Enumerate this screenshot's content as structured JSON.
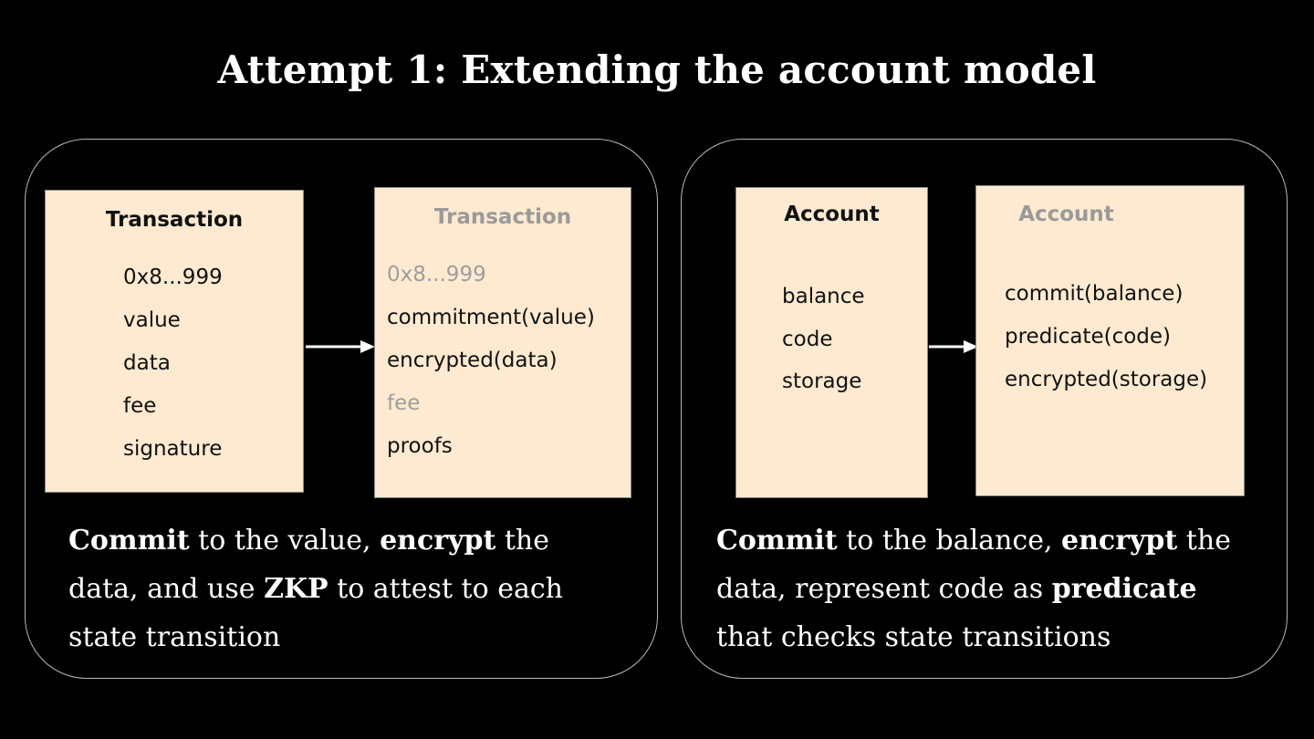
{
  "title": "Attempt 1: Extending the account model",
  "left_panel": {
    "card_before": {
      "title": "Transaction",
      "fields": [
        "0x8...999",
        "value",
        "data",
        "fee",
        "signature"
      ]
    },
    "card_after": {
      "title": "Transaction",
      "fields": [
        "0x8...999",
        "commitment(value)",
        "encrypted(data)",
        "fee",
        "proofs"
      ]
    },
    "caption": {
      "commit": "Commit",
      "t1": " to the value, ",
      "encrypt": "encrypt",
      "t2": " the",
      "t3": "data, and use ",
      "zkp": "ZKP",
      "t4": " to attest to each",
      "t5": "state transition"
    }
  },
  "right_panel": {
    "card_before": {
      "title": "Account",
      "fields": [
        "balance",
        "code",
        "storage"
      ]
    },
    "card_after": {
      "title": "Account",
      "fields": [
        "commit(balance)",
        "predicate(code)",
        "encrypted(storage)"
      ]
    },
    "caption": {
      "commit": "Commit",
      "t1": " to the balance, ",
      "encrypt": "encrypt",
      "t2": " the",
      "t3": "data, represent code as ",
      "predicate": "predicate",
      "t4": "that checks state transitions"
    }
  }
}
